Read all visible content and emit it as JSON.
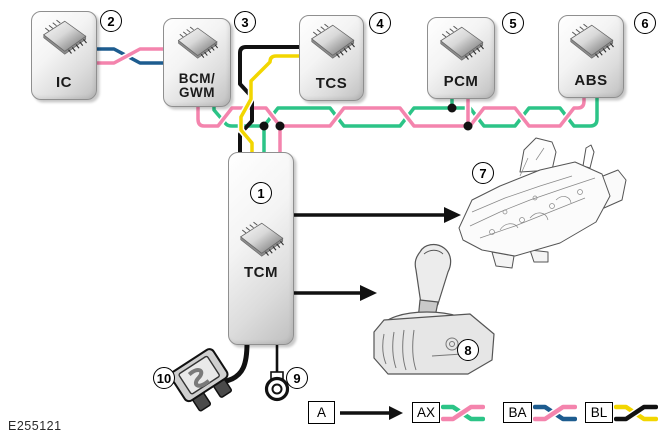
{
  "figure_code": "E255121",
  "colors": {
    "pink": "#f484ad",
    "green": "#2cc487",
    "blue": "#1d5c8f",
    "yellow": "#f2d600",
    "black": "#111111"
  },
  "modules": [
    {
      "label": "IC",
      "callout": "2"
    },
    {
      "label_top": "BCM/",
      "label_bottom": "GWM",
      "callout": "3"
    },
    {
      "label": "TCS",
      "callout": "4"
    },
    {
      "label": "PCM",
      "callout": "5"
    },
    {
      "label": "ABS",
      "callout": "6"
    },
    {
      "label": "TCM",
      "callout": "1"
    }
  ],
  "callouts": {
    "transmission": "7",
    "shifter": "8",
    "ground": "9",
    "fuse": "10"
  },
  "legend": {
    "key": "A",
    "entries": [
      {
        "code": "AX",
        "pair": [
          "green",
          "pink"
        ]
      },
      {
        "code": "BA",
        "pair": [
          "blue",
          "pink"
        ]
      },
      {
        "code": "BL",
        "pair": [
          "yellow",
          "black"
        ]
      }
    ]
  }
}
